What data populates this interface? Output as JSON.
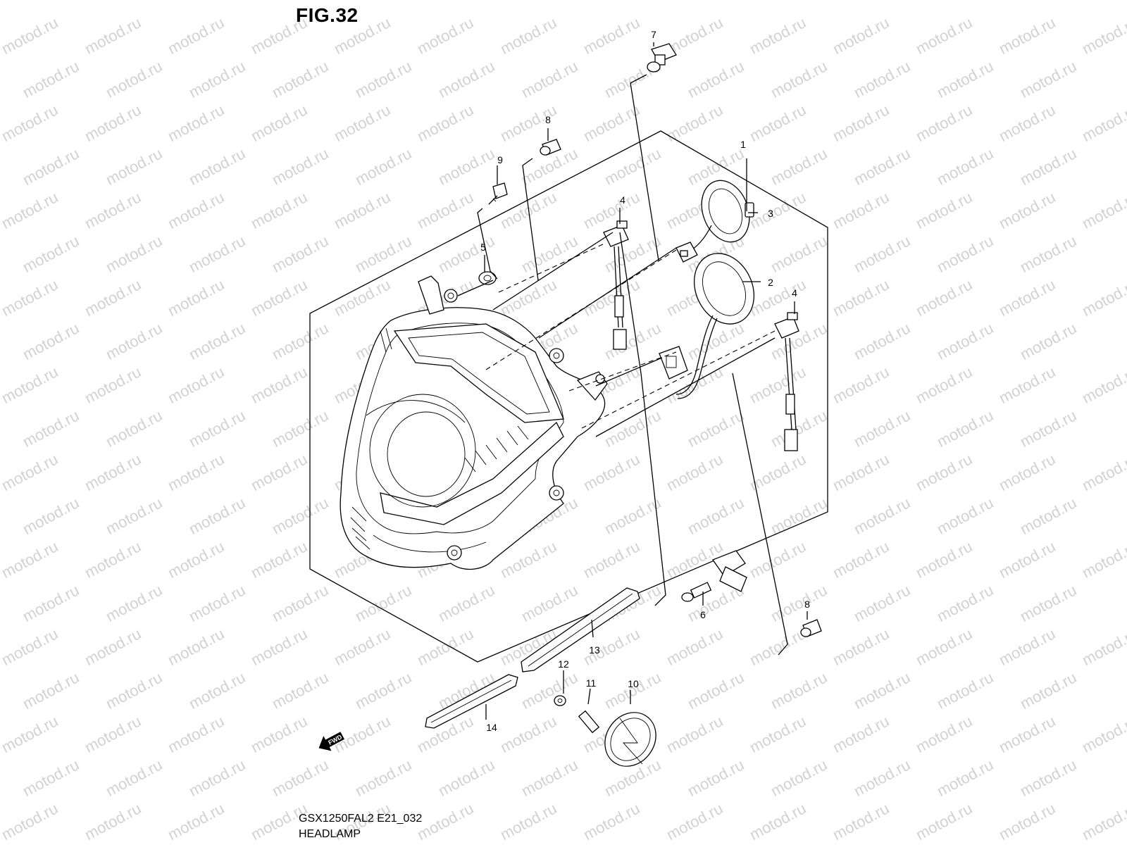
{
  "figure": {
    "title": "FIG.32",
    "model_code": "GSX1250FAL2 E21_032",
    "name": "HEADLAMP"
  },
  "watermark": {
    "text": "motod.ru"
  },
  "direction_badge": "FWD",
  "callouts": [
    "1",
    "2",
    "3",
    "4",
    "4",
    "5",
    "6",
    "7",
    "8",
    "8",
    "9",
    "10",
    "11",
    "12",
    "13",
    "14"
  ]
}
